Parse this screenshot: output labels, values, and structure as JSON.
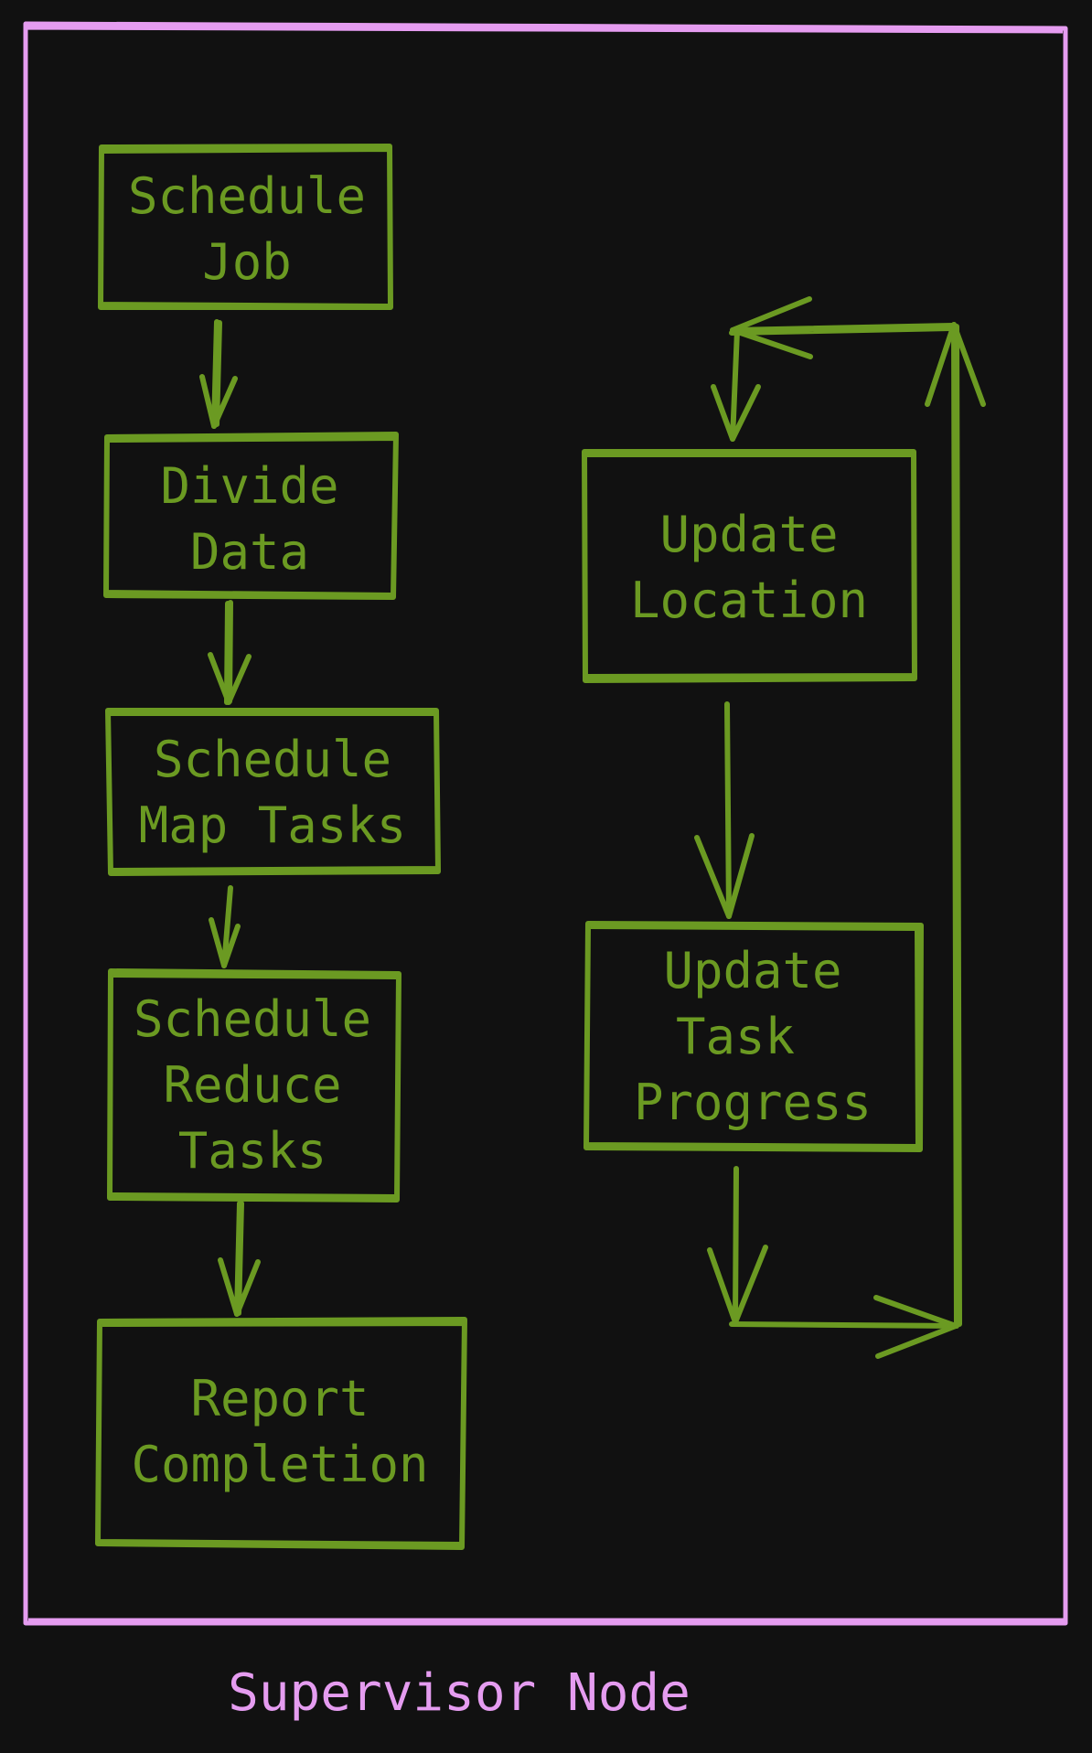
{
  "colors": {
    "background": "#111111",
    "stroke": "#6b9a22",
    "text": "#6b9a22",
    "frame": "#e59cf0"
  },
  "caption": "Supervisor Node",
  "nodes": [
    {
      "id": "schedule-job",
      "lines": [
        "Schedule",
        "Job"
      ]
    },
    {
      "id": "divide-data",
      "lines": [
        "Divide",
        "Data"
      ]
    },
    {
      "id": "schedule-map-tasks",
      "lines": [
        "Schedule",
        "Map Tasks"
      ]
    },
    {
      "id": "schedule-reduce-tasks",
      "lines": [
        "Schedule",
        "Reduce",
        "Tasks"
      ]
    },
    {
      "id": "report-completion",
      "lines": [
        "Report",
        "Completion"
      ]
    },
    {
      "id": "update-location",
      "lines": [
        "Update",
        "Location"
      ]
    },
    {
      "id": "update-task-progress",
      "lines": [
        "Update",
        "Task",
        "Progress"
      ]
    }
  ],
  "edges": [
    {
      "from": "schedule-job",
      "to": "divide-data"
    },
    {
      "from": "divide-data",
      "to": "schedule-map-tasks"
    },
    {
      "from": "schedule-map-tasks",
      "to": "schedule-reduce-tasks"
    },
    {
      "from": "schedule-reduce-tasks",
      "to": "report-completion"
    },
    {
      "from": "update-location",
      "to": "update-task-progress"
    },
    {
      "from": "update-task-progress",
      "to": "update-location",
      "style": "loop-back"
    }
  ]
}
